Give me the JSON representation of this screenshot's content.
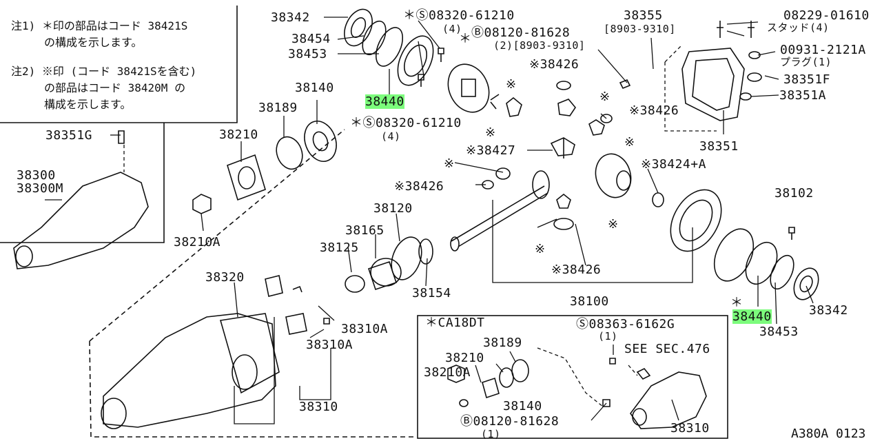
{
  "notes": {
    "note1_line1": "注1) ＊印の部品はコード 38421S",
    "note1_line2": "の構成を示します。",
    "note2_line1": "注2) ※印 (コード 38421Sを含む)",
    "note2_line2": "の部品はコード 38420M の",
    "note2_line3": "構成を示します。"
  },
  "parts": {
    "p38342_top": "38342",
    "p38454": "38454",
    "p38453_top": "38453",
    "p38440_top": "38440",
    "bolt_s1": "＊Ⓢ08320-61210",
    "bolt_s1_qty": "(4)",
    "bolt_s2": "＊Ⓢ08320-61210",
    "bolt_s2_qty": "(4)",
    "bolt_b1": "Ⓑ08120-81628",
    "bolt_b1_qty": "(2)[8903-9310]",
    "p38355": "38355",
    "p38355_range": "[8903-9310]",
    "p08229": "08229-01610",
    "stud": "スタッド(4)",
    "p00931": "00931-2121A",
    "plug": "プラグ(1)",
    "p38351F": "38351F",
    "p38351A": "38351A",
    "p38351": "38351",
    "p38426_a": "※38426",
    "p38426_b": "※38426",
    "p38426_c": "※38426",
    "p38426_d": "※38426",
    "p38427": "※38427",
    "p38424": "※38424+A",
    "mark_1": "※",
    "mark_2": "※",
    "mark_3": "※",
    "mark_4": "※",
    "mark_5": "※",
    "mark_6": "※",
    "mark_7": "※",
    "star_1": "＊",
    "star_2": "＊",
    "p38140": "38140",
    "p38189": "38189",
    "p38210": "38210",
    "p38351G": "38351G",
    "p38300": "38300",
    "p38300M": "38300M",
    "p38210A": "38210A",
    "p38120": "38120",
    "p38165": "38165",
    "p38125": "38125",
    "p38154": "38154",
    "p38100": "38100",
    "p38102": "38102",
    "p38440_bot": "38440",
    "p38342_bot": "38342",
    "p38453_bot": "38453",
    "p38320": "38320",
    "p38310A_1": "38310A",
    "p38310A_2": "38310A",
    "p38310": "38310",
    "inset_title": "＊CA18DT",
    "inset_bolt_s": "Ⓢ08363-6162G",
    "inset_bolt_s_qty": "(1)",
    "inset_see": "SEE SEC.476",
    "inset_38189": "38189",
    "inset_38210": "38210",
    "inset_38210A": "38210A",
    "inset_38140": "38140",
    "inset_bolt_b": "Ⓑ08120-81628",
    "inset_bolt_b_qty": "(1)",
    "inset_38310": "38310"
  },
  "diagram_ref": "A380A 0123",
  "highlight_color": "#7CFC7C"
}
